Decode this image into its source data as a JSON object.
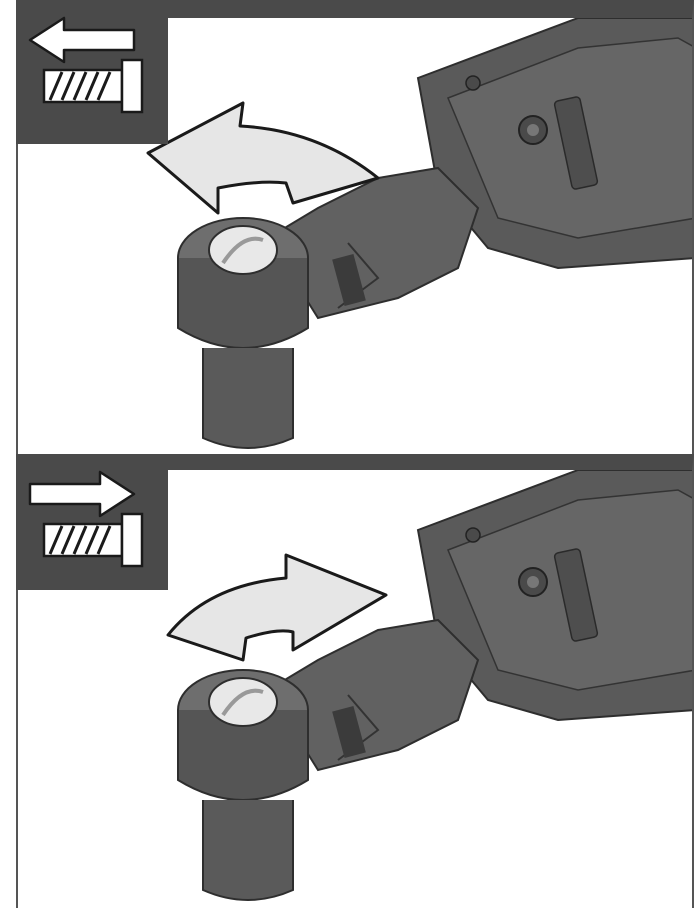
{
  "figure": {
    "panels": [
      {
        "id": "loosen",
        "arrow_direction": "left",
        "rotation": "counterclockwise"
      },
      {
        "id": "tighten",
        "arrow_direction": "right",
        "rotation": "clockwise"
      }
    ],
    "colors": {
      "tool_body": "#5c5c5c",
      "tool_dark": "#3f3f3f",
      "tool_light": "#7a7a7a",
      "arrow_fill": "#e6e6e6",
      "badge_bg": "#4a4a4a"
    },
    "icons": [
      "arrow-left-icon",
      "bolt-icon",
      "arrow-right-icon",
      "bolt-icon"
    ]
  }
}
